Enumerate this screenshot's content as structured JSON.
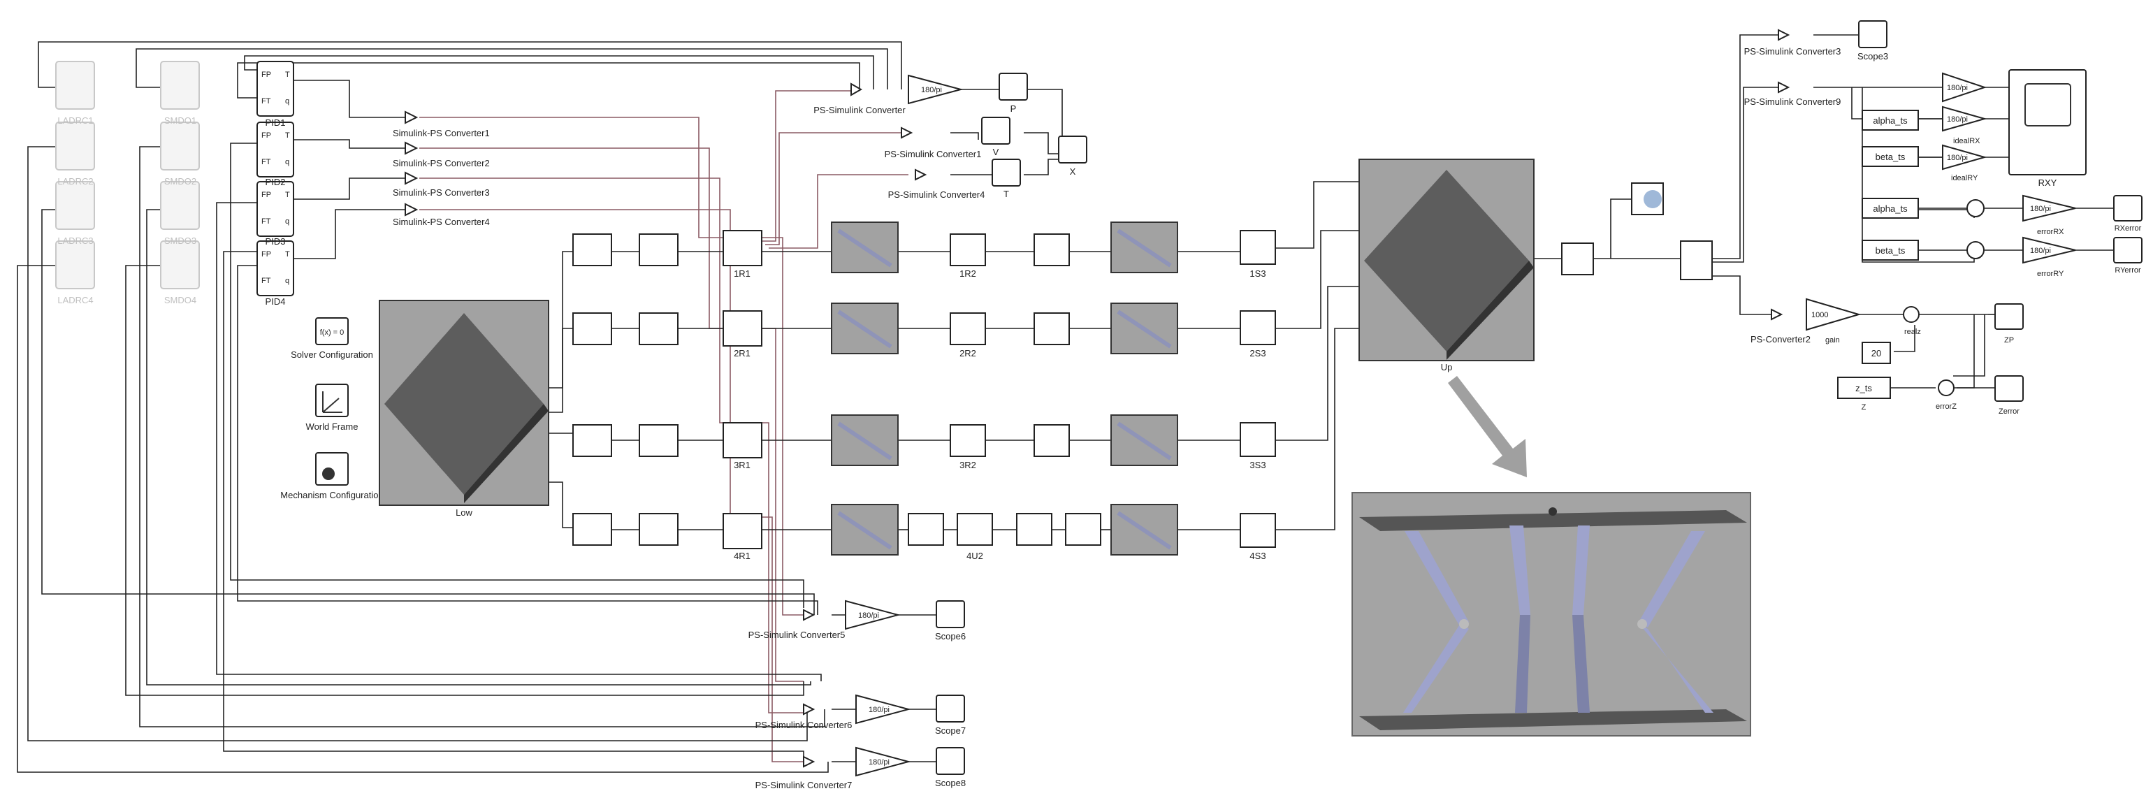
{
  "labels": {
    "ladrc": [
      "LADRC1",
      "LADRC2",
      "LADRC3",
      "LADRC4"
    ],
    "smdo": [
      "SMDO1",
      "SMDO2",
      "SMDO3",
      "SMDO4"
    ],
    "pid": [
      "PID1",
      "PID2",
      "PID3",
      "PID4"
    ],
    "ps_conv": [
      "Simulink-PS Converter1",
      "Simulink-PS Converter2",
      "Simulink-PS Converter3",
      "Simulink-PS Converter4"
    ],
    "solver": "Solver Configuration",
    "solver_text": "f(x) = 0",
    "world": "World Frame",
    "mech": "Mechanism Configuration",
    "low": "Low",
    "up": "Up",
    "revolute_1": [
      "1R1",
      "2R1",
      "3R1",
      "4R1"
    ],
    "revolute_2": [
      "1R2",
      "2R2",
      "3R2"
    ],
    "universal": "4U2",
    "spherical": [
      "1S3",
      "2S3",
      "3S3",
      "4S3"
    ],
    "converter_top": "PS-Simulink Converter",
    "converter_1": "PS-Simulink Converter1",
    "converter_4": "PS-Simulink Converter4",
    "converter_5": "PS-Simulink Converter5",
    "converter_6": "PS-Simulink Converter6",
    "converter_7": "PS-Simulink Converter7",
    "converter_3": "PS-Simulink Converter3",
    "converter_9": "PS-Simulink Converter9",
    "converter_2": "PS-Converter2",
    "gain_180pi": "180/pi",
    "gain_1000": "1000",
    "gain_label": "gain",
    "scope_p": "P",
    "scope_v": "V",
    "scope_t": "T",
    "scope_x": "X",
    "scope3": "Scope3",
    "scope6": "Scope6",
    "scope7": "Scope7",
    "scope8": "Scope8",
    "rxy": "RXY",
    "ideal_rx": "idealRX",
    "ideal_ry": "idealRY",
    "alpha_ts": "alpha_ts",
    "beta_ts": "beta_ts",
    "z_ts": "z_ts",
    "z_label": "Z",
    "const_20": "20",
    "error_rx": "errorRX",
    "error_ry": "errorRY",
    "error_z": "errorZ",
    "realz": "realz",
    "rx_error": "RXerror",
    "ry_error": "RYerror",
    "zp": "ZP",
    "zerror": "Zerror",
    "port_fp": "FP",
    "port_ft": "FT",
    "port_t": "T",
    "port_q": "q"
  }
}
